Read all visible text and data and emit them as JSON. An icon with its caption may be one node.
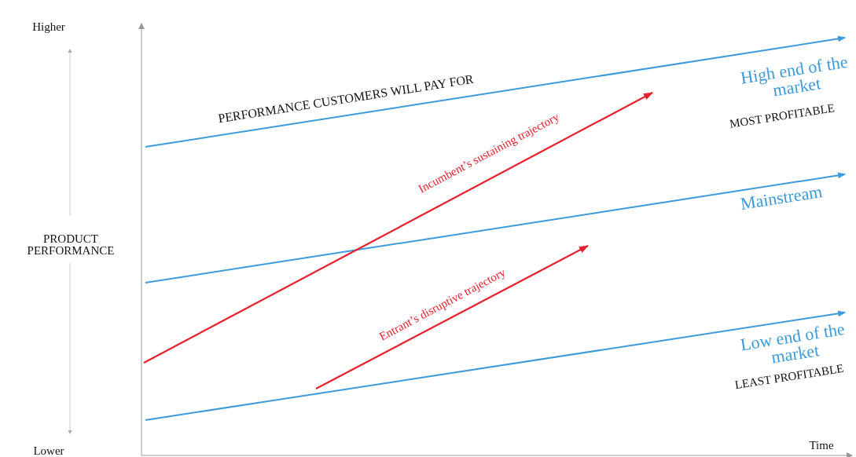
{
  "diagram": {
    "labels": [
      "Higher",
      "PERFORMANCE CUSTOMERS WILL PAY FOR",
      "High end of the market",
      "Incumbent’s sustaining trajectory",
      "MOST PROFITABLE",
      "Mainstream",
      "PRODUCT PERFORMANCE",
      "Entrant’s disruptive trajectory",
      "Low end of the market",
      "LEAST PROFITABLE",
      "Lower",
      "Time"
    ]
  }
}
